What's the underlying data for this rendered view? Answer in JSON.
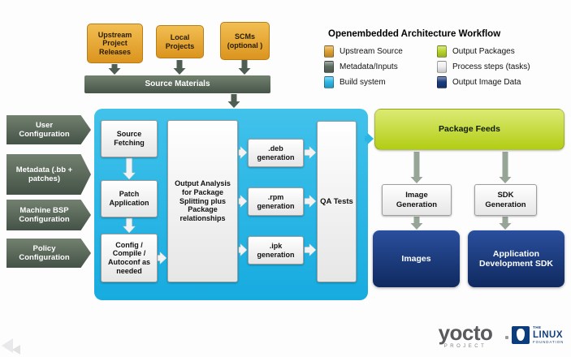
{
  "legend": {
    "title": "Openembedded Architecture Workflow",
    "items": [
      {
        "label": "Upstream Source",
        "color": "#E0A233"
      },
      {
        "label": "Metadata/Inputs",
        "color": "#5D6C60"
      },
      {
        "label": "Build system",
        "color": "#2EB8E8"
      },
      {
        "label": "Output Packages",
        "color": "#BCD52E"
      },
      {
        "label": "Process steps (tasks)",
        "color": "#F0F0F0"
      },
      {
        "label": "Output Image Data",
        "color": "#1B3C7E"
      }
    ]
  },
  "sources": {
    "upstream_releases": "Upstream Project Releases",
    "local_projects": "Local Projects",
    "scms": "SCMs (optional )",
    "source_materials": "Source Materials"
  },
  "config_inputs": {
    "user": "User Configuration",
    "metadata": "Metadata (.bb + patches)",
    "machine_bsp": "Machine BSP Configuration",
    "policy": "Policy Configuration"
  },
  "build_system": {
    "source_fetching": "Source Fetching",
    "patch_application": "Patch Application",
    "config_compile": "Config / Compile / Autoconf as needed",
    "output_analysis": "Output Analysis for Package Splitting plus Package relationships",
    "deb_generation": ".deb generation",
    "rpm_generation": ".rpm generation",
    "ipk_generation": ".ipk generation",
    "qa_tests": "QA Tests"
  },
  "outputs": {
    "package_feeds": "Package Feeds",
    "image_generation": "Image Generation",
    "sdk_generation": "SDK Generation",
    "images": "Images",
    "application_sdk": "Application Development SDK"
  },
  "branding": {
    "yocto_name": "yocto",
    "yocto_tagline": "PROJECT",
    "linux_the": "THE",
    "linux_name": "LINUX",
    "linux_sub": "FOUNDATION"
  }
}
